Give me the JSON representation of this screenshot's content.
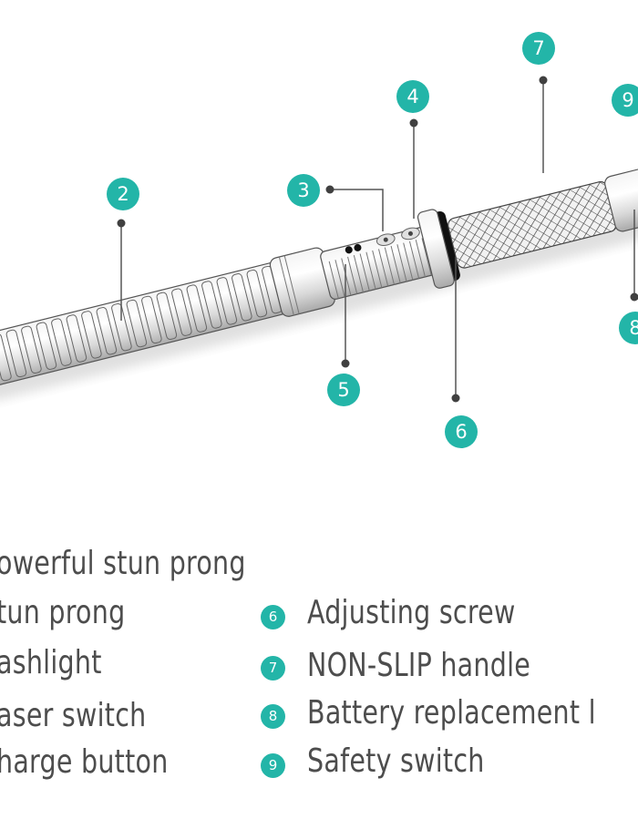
{
  "diagram": {
    "subject": "Stun baton flashlight",
    "accent_color": "#23b5a8",
    "callouts": [
      {
        "number": "2"
      },
      {
        "number": "3"
      },
      {
        "number": "4"
      },
      {
        "number": "5"
      },
      {
        "number": "6"
      },
      {
        "number": "7"
      },
      {
        "number": "8"
      },
      {
        "number": "9"
      }
    ]
  },
  "legend": {
    "left": [
      {
        "text": "owerful stun prong"
      },
      {
        "text": "tun prong"
      },
      {
        "text": "ashlight"
      },
      {
        "text": "aser switch"
      },
      {
        "text": "harge button"
      }
    ],
    "right": [
      {
        "number": "6",
        "text": "Adjusting screw"
      },
      {
        "number": "7",
        "text": "NON-SLIP handle"
      },
      {
        "number": "8",
        "text": "Battery replacement l"
      },
      {
        "number": "9",
        "text": "Safety switch"
      }
    ]
  }
}
